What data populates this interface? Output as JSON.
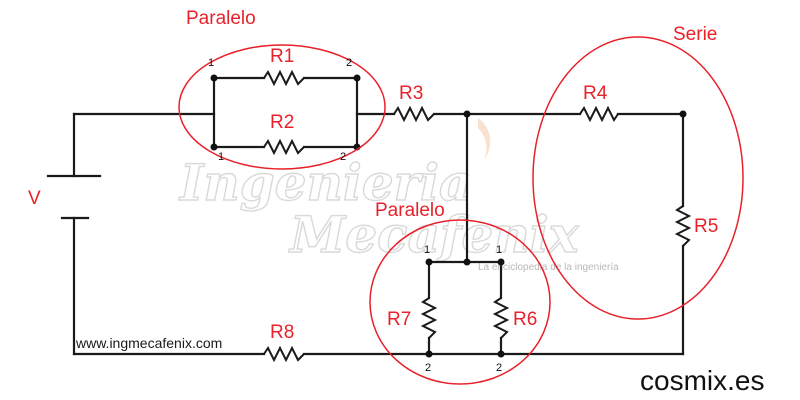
{
  "colors": {
    "accent": "#e8212a",
    "wire": "#1a1a1a"
  },
  "groups": {
    "paralelo_top": "Paralelo",
    "serie": "Serie",
    "paralelo_bottom": "Paralelo"
  },
  "source_label": "V",
  "resistors": {
    "r1": "R1",
    "r2": "R2",
    "r3": "R3",
    "r4": "R4",
    "r5": "R5",
    "r6": "R6",
    "r7": "R7",
    "r8": "R8"
  },
  "pins": {
    "r1_a": "1",
    "r1_b": "2",
    "r2_a": "1",
    "r2_b": "2",
    "r7_a": "1",
    "r6_a": "1",
    "r7_b": "2",
    "r6_b": "2"
  },
  "watermark": {
    "line1": "Ingenieria",
    "line2": "Mecafenix",
    "tagline": "La enciclopedia de la ingeniería"
  },
  "website": "www.ingmecafenix.com",
  "corner_mark": "cosmix.es"
}
